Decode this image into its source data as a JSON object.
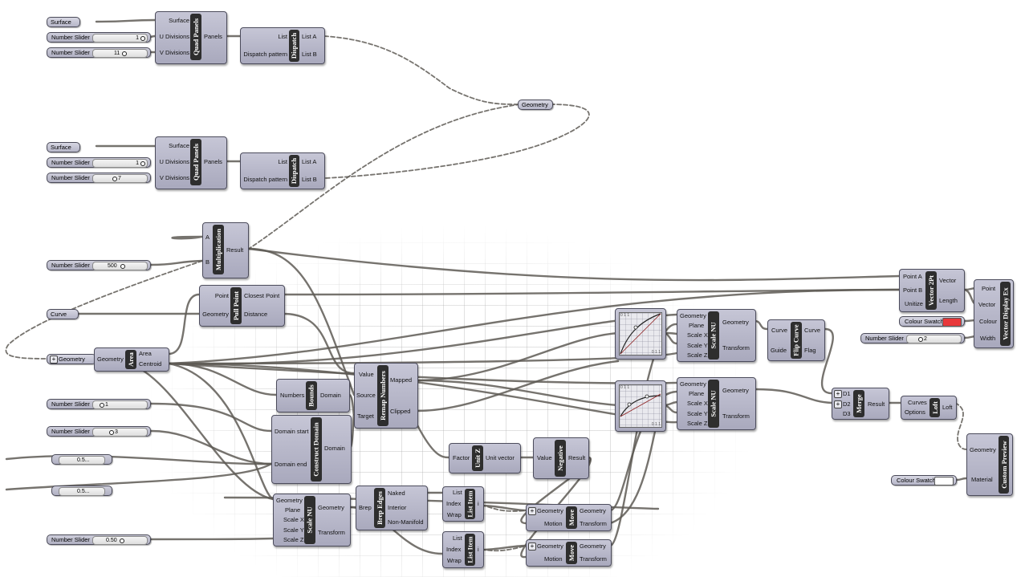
{
  "inputs": {
    "surface1": "Surface",
    "surface2": "Surface",
    "curve": "Curve",
    "geometry_param": "Geometry",
    "geometry_mid": "Geometry"
  },
  "sliders": {
    "s1": {
      "label": "Number Slider",
      "value": "1"
    },
    "s2": {
      "label": "Number Slider",
      "value": "11"
    },
    "s3": {
      "label": "Number Slider",
      "value": "1"
    },
    "s4": {
      "label": "Number Slider",
      "value": "7"
    },
    "s5": {
      "label": "Number Slider",
      "value": "500"
    },
    "s6": {
      "label": "Number Slider",
      "value": "1"
    },
    "s7": {
      "label": "Number Slider",
      "value": "3"
    },
    "s8": {
      "label": "Number Slider",
      "value": "0.50"
    },
    "s9": {
      "label": "Number Slider",
      "value": "2"
    },
    "d1": {
      "label": "",
      "value": "0.5..."
    },
    "d2": {
      "label": "",
      "value": "0.5..."
    }
  },
  "components": {
    "quad1": {
      "title": "Quad Panels",
      "inputs": [
        "Surface",
        "U Divisions",
        "V Divisions"
      ],
      "outputs": [
        "Panels"
      ]
    },
    "quad2": {
      "title": "Quad Panels",
      "inputs": [
        "Surface",
        "U Divisions",
        "V Divisions"
      ],
      "outputs": [
        "Panels"
      ]
    },
    "dispatch1": {
      "title": "Dispatch",
      "inputs": [
        "List",
        "Dispatch pattern"
      ],
      "outputs": [
        "List A",
        "List B"
      ]
    },
    "dispatch2": {
      "title": "Dispatch",
      "inputs": [
        "List",
        "Dispatch pattern"
      ],
      "outputs": [
        "List A",
        "List B"
      ]
    },
    "mult": {
      "title": "Multiplication",
      "inputs": [
        "A",
        "B"
      ],
      "outputs": [
        "Result"
      ]
    },
    "pull": {
      "title": "Pull Point",
      "inputs": [
        "Point",
        "Geometry"
      ],
      "outputs": [
        "Closest Point",
        "Distance"
      ]
    },
    "area": {
      "title": "Area",
      "inputs": [
        "Geometry"
      ],
      "outputs": [
        "Area",
        "Centroid"
      ]
    },
    "bounds": {
      "title": "Bounds",
      "inputs": [
        "Numbers"
      ],
      "outputs": [
        "Domain"
      ]
    },
    "remap": {
      "title": "Remap Numbers",
      "inputs": [
        "Value",
        "Source",
        "Target"
      ],
      "outputs": [
        "Mapped",
        "Clipped"
      ]
    },
    "cdomain": {
      "title": "Construct Domain",
      "inputs": [
        "Domain start",
        "Domain end"
      ],
      "outputs": [
        "Domain"
      ]
    },
    "unitz": {
      "title": "Unit Z",
      "inputs": [
        "Factor"
      ],
      "outputs": [
        "Unit vector"
      ]
    },
    "negative": {
      "title": "Negative",
      "inputs": [
        "Value"
      ],
      "outputs": [
        "Result"
      ]
    },
    "scale1": {
      "title": "Scale NU",
      "inputs": [
        "Geometry",
        "Plane",
        "Scale X",
        "Scale Y",
        "Scale Z"
      ],
      "outputs": [
        "Geometry",
        "Transform"
      ]
    },
    "scale2": {
      "title": "Scale NU",
      "inputs": [
        "Geometry",
        "Plane",
        "Scale X",
        "Scale Y",
        "Scale Z"
      ],
      "outputs": [
        "Geometry",
        "Transform"
      ]
    },
    "scale3": {
      "title": "Scale NU",
      "inputs": [
        "Geometry",
        "Plane",
        "Scale X",
        "Scale Y",
        "Scale Z"
      ],
      "outputs": [
        "Geometry",
        "Transform"
      ]
    },
    "brep": {
      "title": "Brep Edges",
      "inputs": [
        "Brep"
      ],
      "outputs": [
        "Naked",
        "Interior",
        "Non-Manifold"
      ]
    },
    "listitem1": {
      "title": "List Item",
      "inputs": [
        "List",
        "Index",
        "Wrap"
      ],
      "outputs": [
        "i"
      ]
    },
    "listitem2": {
      "title": "List Item",
      "inputs": [
        "List",
        "Index",
        "Wrap"
      ],
      "outputs": [
        "i"
      ]
    },
    "move1": {
      "title": "Move",
      "inputs": [
        "Geometry",
        "Motion"
      ],
      "outputs": [
        "Geometry",
        "Transform"
      ]
    },
    "move2": {
      "title": "Move",
      "inputs": [
        "Geometry",
        "Motion"
      ],
      "outputs": [
        "Geometry",
        "Transform"
      ]
    },
    "flip": {
      "title": "Flip Curve",
      "inputs": [
        "Curve",
        "Guide"
      ],
      "outputs": [
        "Curve",
        "Flag"
      ]
    },
    "vec2pt": {
      "title": "Vector 2Pt",
      "inputs": [
        "Point A",
        "Point B",
        "Unitize"
      ],
      "outputs": [
        "Vector",
        "Length"
      ]
    },
    "vecdisp": {
      "title": "Vector Display Ex",
      "inputs": [
        "Point",
        "Vector",
        "Colour",
        "Width"
      ],
      "outputs": []
    },
    "merge": {
      "title": "Merge",
      "inputs": [
        "D1",
        "D2",
        "D3"
      ],
      "outputs": [
        "Result"
      ]
    },
    "loft": {
      "title": "Loft",
      "inputs": [
        "Curves",
        "Options"
      ],
      "outputs": [
        "Loft"
      ]
    },
    "preview": {
      "title": "Custom Preview",
      "inputs": [
        "Geometry",
        "Material"
      ],
      "outputs": []
    }
  },
  "graphs": {
    "g1": {
      "corner_label": "0 1 1",
      "end_label": "0 1 1"
    },
    "g2": {
      "corner_label": "0 1 1",
      "end_label": "0 1 1"
    }
  },
  "swatches": {
    "sw1": {
      "label": "Colour Swatch",
      "color": "#e8383a"
    },
    "sw2": {
      "label": "Colour Swatch",
      "color": "#ffffff"
    }
  }
}
